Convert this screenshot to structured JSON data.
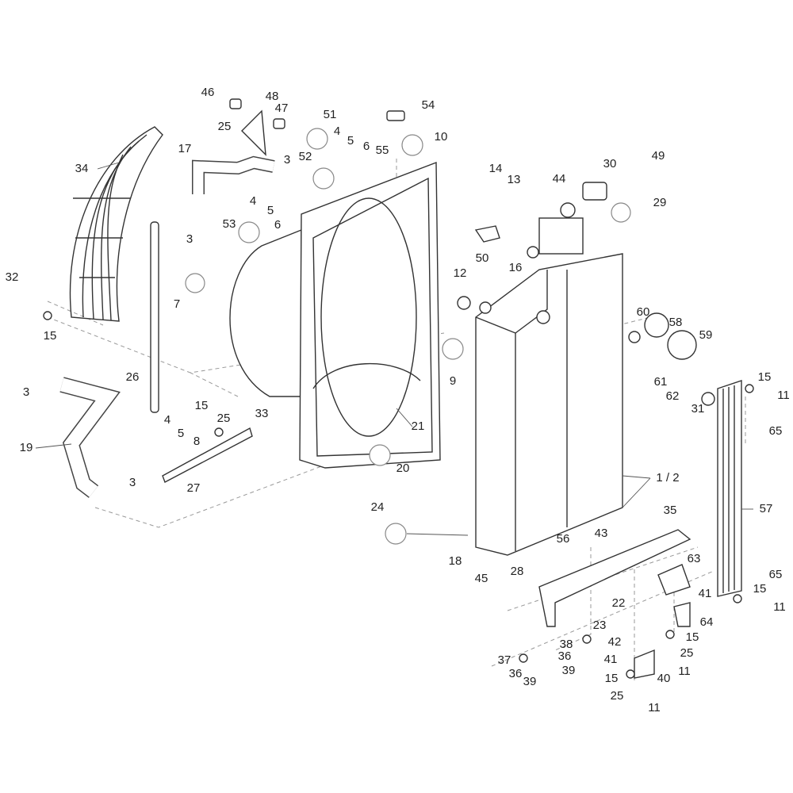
{
  "title": "Radiator assembly exploded parts diagram",
  "labels": [
    "46",
    "48",
    "25",
    "47",
    "54",
    "51",
    "4",
    "5",
    "6",
    "55",
    "10",
    "17",
    "34",
    "3",
    "52",
    "14",
    "13",
    "44",
    "30",
    "49",
    "4",
    "5",
    "6",
    "3",
    "53",
    "29",
    "50",
    "16",
    "12",
    "7",
    "32",
    "15",
    "60",
    "58",
    "59",
    "26",
    "3",
    "61",
    "62",
    "31",
    "15",
    "11",
    "15",
    "25",
    "33",
    "4",
    "5",
    "8",
    "21",
    "9",
    "65",
    "19",
    "20",
    "27",
    "3",
    "1 / 2",
    "57",
    "35",
    "24",
    "43",
    "56",
    "28",
    "18",
    "45",
    "63",
    "65",
    "41",
    "15",
    "11",
    "64",
    "22",
    "23",
    "42",
    "38",
    "15",
    "36",
    "25",
    "37",
    "41",
    "40",
    "11",
    "36",
    "39",
    "39",
    "15",
    "25",
    "11"
  ]
}
